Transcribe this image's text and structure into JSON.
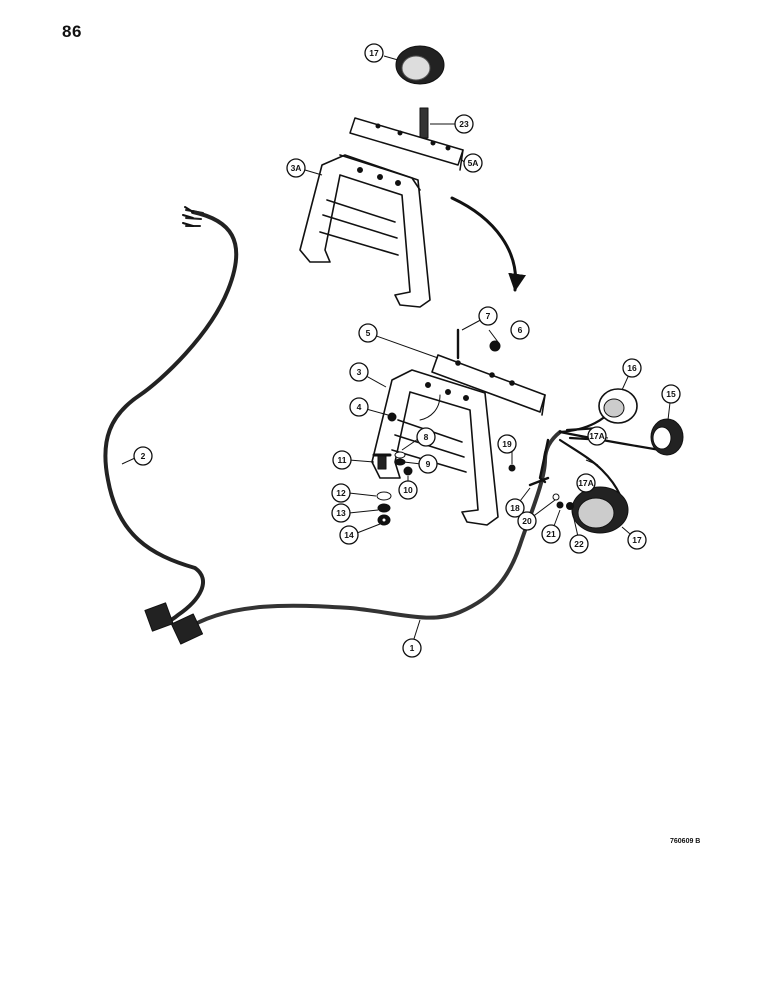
{
  "page_number": "86",
  "reference_code": "760609 B",
  "colors": {
    "ink": "#111111",
    "paper": "#ffffff"
  },
  "callouts": [
    "1",
    "2",
    "3",
    "3A",
    "4",
    "5",
    "5A",
    "6",
    "7",
    "8",
    "9",
    "10",
    "11",
    "12",
    "13",
    "14",
    "15",
    "16",
    "17",
    "17A",
    "18",
    "19",
    "20",
    "21",
    "22",
    "23"
  ]
}
